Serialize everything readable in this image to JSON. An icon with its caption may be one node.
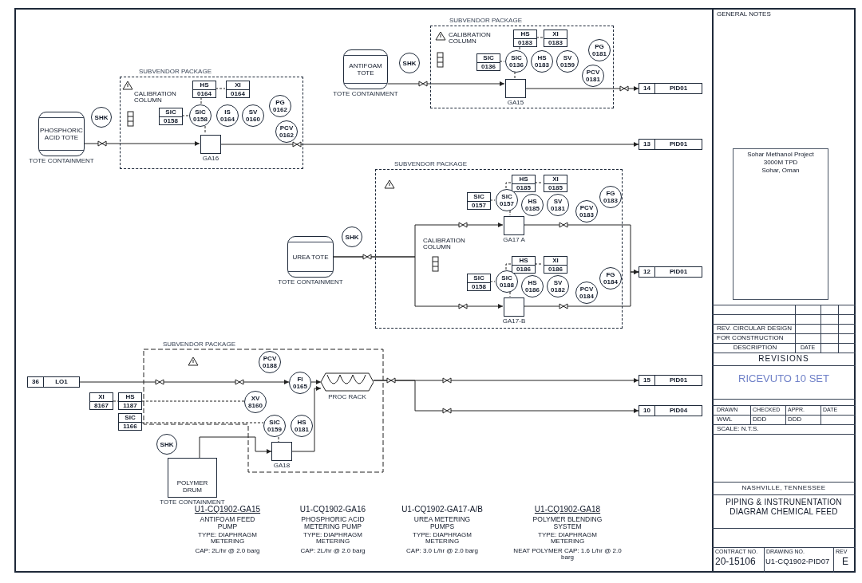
{
  "diagram": {
    "title": "PIPING & INSTRUNENTATION DIAGRAM CHEMICAL FEED",
    "nodes": [
      {
        "text": [
          "SUBVENDOR PACKAGE"
        ]
      },
      {
        "text": [
          "PHOSPHORIC ACID TOTE"
        ],
        "beside": [
          "TOTE CONTAINMENT"
        ]
      },
      {
        "text": [
          "SHK"
        ]
      },
      {
        "text": [
          "SIC",
          "0158"
        ],
        "in": 0
      },
      {
        "text": [
          "SIC",
          "0158"
        ],
        "in": 0
      },
      {
        "text": [
          "HS",
          "0164"
        ],
        "in": 0
      },
      {
        "text": [
          "XI",
          "0164"
        ],
        "in": 0
      },
      {
        "text": [
          "IS",
          "0164"
        ],
        "in": 0
      },
      {
        "text": [
          "SV",
          "0160"
        ],
        "in": 0
      },
      {
        "text": [
          "PG",
          "0162"
        ],
        "in": 0
      },
      {
        "text": [
          "PCV",
          "0162"
        ],
        "in": 0
      },
      {
        "text": [],
        "shape": "box",
        "in": 0,
        "beside": [
          "GA16"
        ]
      },
      {
        "text": [
          "13",
          "PID01"
        ]
      },
      {
        "text": [
          "SUBVENDOR PACKAGE"
        ]
      },
      {
        "text": [
          "ANTIFOAM TOTE"
        ],
        "beside": [
          "TOTE CONTAINMENT"
        ]
      },
      {
        "text": [
          "SHK"
        ]
      },
      {
        "text": [
          "SIC",
          "0136"
        ],
        "in": 13
      },
      {
        "text": [
          "SIC",
          "0136"
        ],
        "in": 13
      },
      {
        "text": [
          "HS",
          "0183"
        ],
        "in": 13
      },
      {
        "text": [
          "SV",
          "0159"
        ],
        "in": 13
      },
      {
        "text": [
          "HS",
          "0183"
        ],
        "in": 13
      },
      {
        "text": [
          "XI",
          "0183"
        ],
        "in": 13
      },
      {
        "text": [
          "PG",
          "0181"
        ],
        "in": 13
      },
      {
        "text": [
          "PCV",
          "0181"
        ],
        "in": 13
      },
      {
        "text": [],
        "shape": "box",
        "in": 13,
        "beside": [
          "GA15"
        ]
      },
      {
        "text": [
          "14",
          "PID01"
        ]
      },
      {
        "text": [
          "SUBVENDOR PACKAGE"
        ]
      },
      {
        "text": [
          "UREA TOTE"
        ],
        "beside": [
          "TOTE CONTAINMENT"
        ]
      },
      {
        "text": [
          "SHK"
        ]
      },
      {
        "text": [],
        "shape": "box",
        "in": 26,
        "beside": [
          "GA17 A"
        ]
      },
      {
        "text": [],
        "shape": "box",
        "in": 26,
        "beside": [
          "GA17-B"
        ]
      },
      {
        "text": [
          "HS",
          "0185"
        ],
        "in": 26
      },
      {
        "text": [
          "XI",
          "0185"
        ],
        "in": 26
      },
      {
        "text": [
          "SIC",
          "0157"
        ],
        "in": 26
      },
      {
        "text": [
          "SIC",
          "0157"
        ],
        "in": 26
      },
      {
        "text": [
          "HS",
          "0185"
        ],
        "in": 26
      },
      {
        "text": [
          "SV",
          "0181"
        ],
        "in": 26
      },
      {
        "text": [
          "PCV",
          "0183"
        ],
        "in": 26
      },
      {
        "text": [
          "FG",
          "0183"
        ],
        "in": 26
      },
      {
        "text": [
          "HS",
          "0186"
        ],
        "in": 26
      },
      {
        "text": [
          "XI",
          "0186"
        ],
        "in": 26
      },
      {
        "text": [
          "SIC",
          "0158"
        ],
        "in": 26
      },
      {
        "text": [
          "SIC",
          "0188"
        ],
        "in": 26
      },
      {
        "text": [
          "HS",
          "0186"
        ],
        "in": 26
      },
      {
        "text": [
          "SV",
          "0182"
        ],
        "in": 26
      },
      {
        "text": [
          "PCV",
          "0184"
        ],
        "in": 26
      },
      {
        "text": [
          "FG",
          "0184"
        ],
        "in": 26
      },
      {
        "text": [
          "12",
          "PID01"
        ]
      },
      {
        "text": [
          "SUBVENDOR PACKAGE"
        ]
      },
      {
        "text": [
          "36",
          "LO1"
        ]
      },
      {
        "text": [
          "XI",
          "8167"
        ]
      },
      {
        "text": [
          "HS",
          "1187"
        ]
      },
      {
        "text": [
          "SIC",
          "1166"
        ]
      },
      {
        "text": [
          "SHK"
        ]
      },
      {
        "text": [
          "PCV",
          "0188"
        ],
        "in": 48
      },
      {
        "text": [
          "FI",
          "0165"
        ],
        "in": 48
      },
      {
        "text": [
          "XV",
          "8160"
        ],
        "in": 48
      },
      {
        "text": [
          "SIC",
          "0159"
        ],
        "in": 48
      },
      {
        "text": [
          "HS",
          "0181"
        ],
        "in": 48
      },
      {
        "text": [],
        "shape": "box",
        "in": 48,
        "beside": [
          "GA18"
        ]
      },
      {
        "text": [],
        "shape": "mixer",
        "in": 48,
        "beside": [
          "PROC RACK"
        ]
      },
      {
        "text": [
          "POLYMER DRUM"
        ],
        "beside": [
          "TOTE CONTAINMENT"
        ]
      },
      {
        "text": [
          "15",
          "PID01"
        ]
      },
      {
        "text": [
          "10",
          "PID04"
        ]
      }
    ],
    "edges": [
      {
        "from": 1,
        "to": 11,
        "arrow": "to"
      },
      {
        "from": 11,
        "to": 12,
        "arrow": "to"
      },
      {
        "from": 3,
        "to": 4,
        "arrow": "none",
        "style": "dashed"
      },
      {
        "from": 4,
        "to": 11,
        "arrow": "none",
        "style": "dashed"
      },
      {
        "from": 5,
        "to": 6,
        "arrow": "none",
        "style": "dashed"
      },
      {
        "from": 4,
        "to": 5,
        "arrow": "none",
        "style": "dashed"
      },
      {
        "from": 14,
        "to": 24,
        "arrow": "to"
      },
      {
        "from": 24,
        "to": 25,
        "arrow": "to"
      },
      {
        "from": 16,
        "to": 17,
        "arrow": "none",
        "style": "dashed"
      },
      {
        "from": 17,
        "to": 24,
        "arrow": "none",
        "style": "dashed"
      },
      {
        "from": 20,
        "to": 21,
        "arrow": "none",
        "style": "dashed"
      },
      {
        "from": 17,
        "to": 20,
        "arrow": "none",
        "style": "dashed"
      },
      {
        "from": 27,
        "to": 29,
        "arrow": "to"
      },
      {
        "from": 27,
        "to": 30,
        "arrow": "to"
      },
      {
        "from": 29,
        "to": 47,
        "arrow": "to"
      },
      {
        "from": 30,
        "to": 47,
        "arrow": "to"
      },
      {
        "from": 33,
        "to": 34,
        "arrow": "none",
        "style": "dashed"
      },
      {
        "from": 34,
        "to": 29,
        "arrow": "none",
        "style": "dashed"
      },
      {
        "from": 31,
        "to": 32,
        "arrow": "none",
        "style": "dashed"
      },
      {
        "from": 34,
        "to": 31,
        "arrow": "none",
        "style": "dashed"
      },
      {
        "from": 41,
        "to": 42,
        "arrow": "none",
        "style": "dashed"
      },
      {
        "from": 42,
        "to": 30,
        "arrow": "none",
        "style": "dashed"
      },
      {
        "from": 39,
        "to": 40,
        "arrow": "none",
        "style": "dashed"
      },
      {
        "from": 42,
        "to": 39,
        "arrow": "none",
        "style": "dashed"
      },
      {
        "from": 49,
        "to": 55,
        "arrow": "to"
      },
      {
        "from": 55,
        "to": 60,
        "arrow": "to"
      },
      {
        "from": 59,
        "to": 60,
        "arrow": "to"
      },
      {
        "from": 61,
        "to": 59,
        "arrow": "to"
      },
      {
        "from": 60,
        "to": 62,
        "arrow": "to"
      },
      {
        "from": 60,
        "to": 63,
        "arrow": "to"
      },
      {
        "from": 50,
        "to": 51,
        "arrow": "none",
        "style": "dashed"
      },
      {
        "from": 51,
        "to": 56,
        "arrow": "none",
        "style": "dashed"
      },
      {
        "from": 52,
        "to": 57,
        "arrow": "none",
        "style": "dashed"
      },
      {
        "from": 57,
        "to": 59,
        "arrow": "none",
        "style": "dashed"
      }
    ],
    "labels": [
      "CALIBRATION COLUMN",
      "CALIBRATION COLUMN",
      "CALIBRATION COLUMN",
      "U1-CQ1902-GA15",
      "ANTIFOAM FEED PUMP",
      "TYPE: DIAPHRAGM METERING",
      "CAP: 2L/hr @ 2.0 barg",
      "U1-CQ1902-GA16",
      "PHOSPHORIC ACID METERING PUMP",
      "TYPE: DIAPHRAGM METERING",
      "CAP: 2L/hr @ 2.0 barg",
      "U1-CQ1902-GA17-A/B",
      "UREA METERING PUMPS",
      "TYPE: DIAPHRAGM METERING",
      "CAP: 3.0 L/hr @ 2.0 barg",
      "U1-CQ1902-GA18",
      "POLYMER BLENDING SYSTEM",
      "TYPE: DIAPHRAGM METERING",
      "NEAT POLYMER CAP: 1.6 L/hr @ 2.0 barg",
      "GENERAL NOTES",
      "Sohar Methanol Project",
      "3000M TPD",
      "Sohar, Oman",
      "REV. CIRCULAR DESIGN",
      "FOR CONSTRUCTION",
      "DESCRIPTION",
      "DATE",
      "REVISIONS",
      "RICEVUTO 10 SET",
      "DRAWN",
      "CHECKED",
      "APPR.",
      "DATE",
      "WWL",
      "DDD",
      "DDD",
      "SCALE: N.T.S.",
      "NASHVILLE, TENNESSEE",
      "CONTRACT NO.",
      "DRAWING NO.",
      "REV",
      "20-15106",
      "U1-CQ1902-PID07",
      "E"
    ]
  }
}
